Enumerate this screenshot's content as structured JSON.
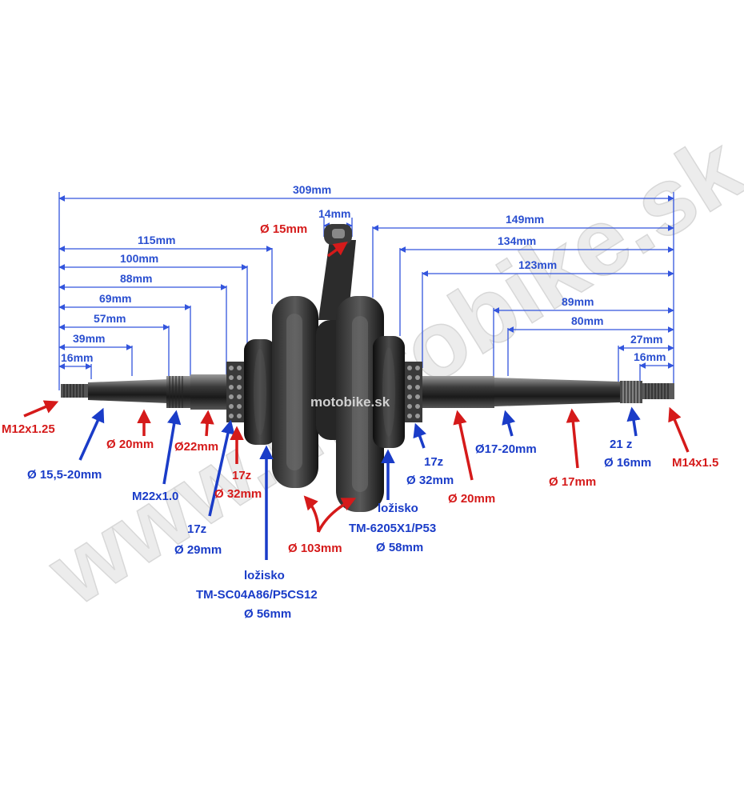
{
  "colors": {
    "blue": "#1a3cc8",
    "red": "#d51a1a",
    "dim_line": "#3355dd",
    "watermark": "#e2e2e2"
  },
  "dimensions": {
    "d309": "309mm",
    "d149": "149mm",
    "d134": "134mm",
    "d123": "123mm",
    "d115": "115mm",
    "d100": "100mm",
    "d89": "89mm",
    "d88": "88mm",
    "d80": "80mm",
    "d69": "69mm",
    "d57": "57mm",
    "d39": "39mm",
    "d27": "27mm",
    "d16_left": "16mm",
    "d16_right": "16mm",
    "d14": "14mm"
  },
  "labels": {
    "pin_dia": "Ø 15mm",
    "m12": "M12x1.25",
    "dia_15_20": "Ø 15,5-20mm",
    "dia_20_left": "Ø 20mm",
    "m22": "M22x1.0",
    "dia_22": "Ø22mm",
    "gear_17z_left": "17z",
    "dia_32_left": "Ø 32mm",
    "gear_17z_left2": "17z",
    "dia_29": "Ø 29mm",
    "bearing_left_title": "ložisko",
    "bearing_left_code": "TM-SC04A86/P5CS12",
    "bearing_left_dia": "Ø 56mm",
    "dia_103": "Ø 103mm",
    "bearing_right_title": "ložisko",
    "bearing_right_code": "TM-6205X1/P53",
    "bearing_right_dia": "Ø 58mm",
    "gear_17z_right": "17z",
    "dia_32_right": "Ø 32mm",
    "dia_20_right": "Ø 20mm",
    "dia_17_20": "Ø17-20mm",
    "dia_17": "Ø 17mm",
    "gear_21z": "21 z",
    "dia_16": "Ø 16mm",
    "m14": "M14x1.5"
  },
  "watermark": {
    "diagonal": "www.motobike.sk",
    "center": "motobike.sk"
  }
}
